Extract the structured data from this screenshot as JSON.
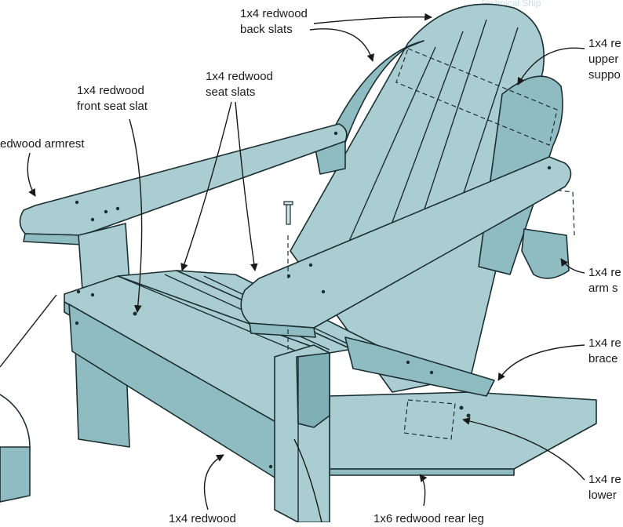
{
  "labels": {
    "back_slats": [
      "1x4 redwood",
      "back slats"
    ],
    "upper_support": [
      "1x4 re",
      "upper",
      "suppo"
    ],
    "seat_slats": [
      "1x4 redwood",
      "seat slats"
    ],
    "front_seat_slat": [
      "1x4 redwood",
      "front seat slat"
    ],
    "armrest": [
      "edwood armrest"
    ],
    "arm_support": [
      "1x4 re",
      "arm s"
    ],
    "brace": [
      "1x4 re",
      "brace"
    ],
    "lower": [
      "1x4 re",
      "lower"
    ],
    "front_leg": [
      "1x4 redwood"
    ],
    "rear_leg": [
      "1x6 redwood rear leg"
    ],
    "watermark": "Technical Ship"
  },
  "colors": {
    "wood": "#a9cdd1",
    "wood_shade": "#8fbcc1",
    "outline": "#1b2f33"
  }
}
